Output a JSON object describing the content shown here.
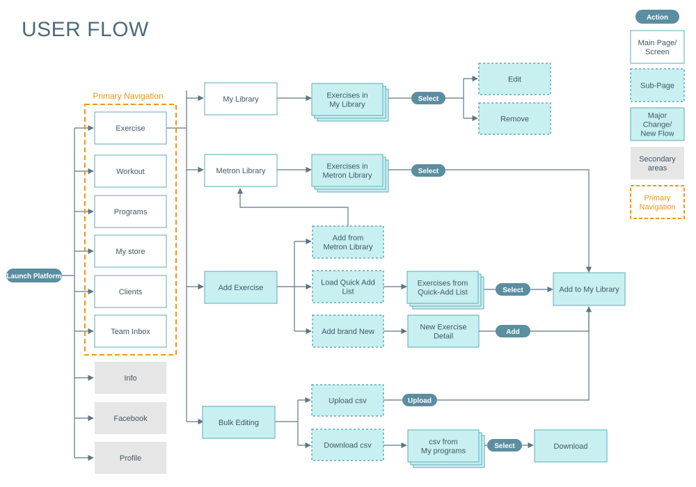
{
  "title": "USER FLOW",
  "colors": {
    "main_fill": "#ffffff",
    "main_stroke": "#5aaab8",
    "sub_fill": "#c9f0f1",
    "major_fill": "#c9f0f1",
    "secondary_fill": "#e6e6e6",
    "action_fill": "#5a8ea0",
    "nav_orange": "#f0960f",
    "line": "#5f7582"
  },
  "primary_navigation_label": "Primary Navigation",
  "launch": "Launch Platform",
  "primary_nav": [
    "Exercise",
    "Workout",
    "Programs",
    "My store",
    "Clients",
    "Team Inbox"
  ],
  "secondary": [
    "Info",
    "Facebook",
    "Profile"
  ],
  "sections": {
    "my_library": "My Library",
    "metron_library": "Metron Library",
    "add_exercise": "Add Exercise",
    "bulk_editing": "Bulk Editing"
  },
  "stacks": {
    "exercises_my_library": "Exercises in\nMy Library",
    "exercises_metron_library": "Exercises in\nMetron Library",
    "exercises_quick_add": "Exercises from\nQuick-Add List",
    "csv_my_programs": "csv from\nMy programs"
  },
  "subpages": {
    "edit": "Edit",
    "remove": "Remove",
    "add_from_metron": "Add from\nMetron Library",
    "load_quick_add": "Load Quick Add\nList",
    "add_brand_new": "Add brand New",
    "upload_csv": "Upload csv",
    "download_csv": "Download csv"
  },
  "major": {
    "new_exercise_detail": "New Exercise\nDetail",
    "add_to_my_library": "Add to My Library",
    "download": "Download"
  },
  "actions": {
    "select_my_library": "Select",
    "select_metron": "Select",
    "select_quick_add": "Select",
    "add": "Add",
    "upload": "Upload",
    "select_csv": "Select"
  },
  "legend": {
    "action": "Action",
    "main_page": "Main Page/\nScreen",
    "sub_page": "Sub-Page",
    "major_change": "Major\nChange/\nNew Flow",
    "secondary_areas": "Secondary\nareas",
    "primary_navigation": "Primary\nNavigation"
  }
}
